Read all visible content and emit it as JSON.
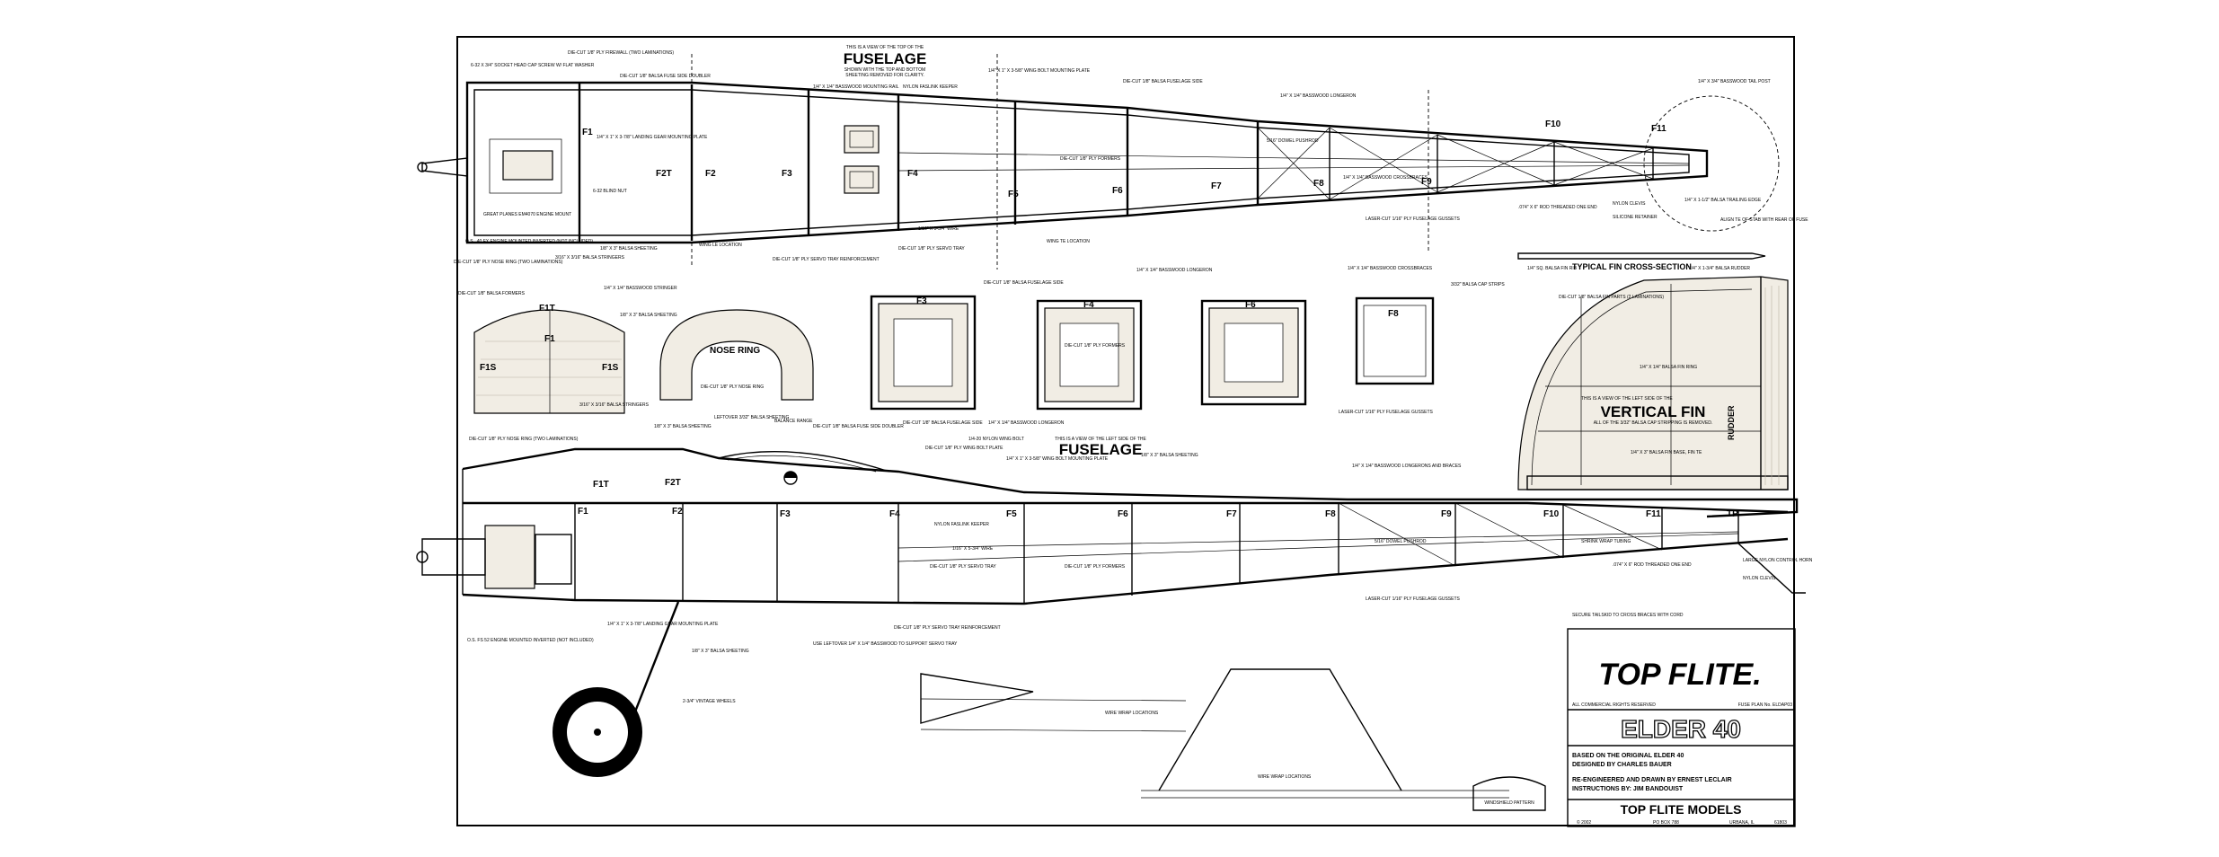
{
  "top_view": {
    "title_pre": "THIS IS A VIEW OF THE TOP OF THE",
    "title": "FUSELAGE",
    "title_post_1": "SHOWN WITH THE TOP AND BOTTOM",
    "title_post_2": "SHEETING REMOVED FOR CLARITY.",
    "formers": [
      "F1",
      "F2T",
      "F2",
      "F3",
      "F4",
      "F5",
      "F6",
      "F7",
      "F8",
      "F9",
      "F10",
      "F11"
    ],
    "labels": {
      "socket_head": "6-32 X 3/4\" SOCKET HEAD CAP SCREW W/ FLAT WASHER",
      "firewall": "DIE-CUT 1/8\" PLY FIREWALL (TWO LAMINATIONS)",
      "doubler": "DIE-CUT 1/8\" BALSA FUSE SIDE DOUBLER",
      "gear_plate": "1/4\" X 1\" X 3-7/8\" LANDING GEAR MOUNTING PLATE",
      "blind_nut": "6-32 BLIND NUT",
      "engine_mount": "GREAT PLANES EM4070 ENGINE MOUNT",
      "engine": "O.S. .40 FX ENGINE MOUNTED INVERTED (NOT INCLUDED)",
      "nose_ring": "DIE-CUT 1/8\" PLY NOSE RING (TWO LAMINATIONS)",
      "stringers": "3/16\" X 3/16\" BALSA STRINGERS",
      "sheeting": "1/8\" X 3\" BALSA SHEETING",
      "wing_le": "WING LE LOCATION",
      "mounting_rail": "1/4\" X 1/4\" BASSWOOD MOUNTING RAIL",
      "fasilink": "NYLON FASLINK KEEPER",
      "servo_rein": "DIE-CUT 1/8\" PLY SERVO TRAY REINFORCEMENT",
      "servo_tray": "DIE-CUT 1/8\" PLY SERVO TRAY",
      "wire": "1/16\" X 5-3/4\" WIRE",
      "wing_bolt_plate": "1/4\" X 1\" X 3-5/8\" WING BOLT MOUNTING PLATE",
      "fuse_side": "DIE-CUT 1/8\" BALSA FUSELAGE SIDE",
      "formers_label": "DIE-CUT 1/8\" PLY FORMERS",
      "wing_te": "WING TE LOCATION",
      "longeron": "1/4\" X 1/4\" BASSWOOD LONGERON",
      "dowel": "5/16\" DOWEL PUSHROD",
      "crossbraces": "1/4\" X 1/4\" BASSWOOD CROSSBRACES",
      "gussets": "LASER-CUT 1/16\" PLY FUSELAGE GUSSETS",
      "rod": ".074\" X 6\" ROD THREADED ONE END",
      "clevis": "NYLON CLEVIS",
      "retainer": "SILICONE RETAINER",
      "tail_post": "1/4\" X 3/4\" BASSWOOD TAIL POST",
      "stab_align": "ALIGN TE OF STAB WITH REAR OF FUSE",
      "trailing_edge": "1/4\" X 1-1/2\" BALSA TRAILING EDGE"
    }
  },
  "formers_row": {
    "f1t_label": "F1T",
    "f1s_label": "F1S",
    "f1_label": "F1",
    "nose_ring_label": "NOSE RING",
    "f3": "F3",
    "f4": "F4",
    "f6": "F6",
    "f8": "F8",
    "labels": {
      "balsa_formers": "DIE-CUT 1/8\" BALSA FORMERS",
      "basswood_stringer": "1/4\" X 1/4\" BASSWOOD STRINGER",
      "balsa_sheeting": "1/8\" X 3\" BALSA SHEETING",
      "ply_nose_ring": "DIE-CUT 1/8\" PLY NOSE RING",
      "balsa_stringers": "3/16\" X 3/16\" BALSA STRINGERS",
      "fuse_side": "DIE-CUT 1/8\" BALSA FUSELAGE SIDE",
      "ply_formers": "DIE-CUT 1/8\" PLY FORMERS",
      "basswood_longeron": "1/4\" X 1/4\" BASSWOOD LONGERON",
      "crossbraces": "1/4\" X 1/4\" BASSWOOD CROSSBRACES",
      "gussets": "LASER-CUT 1/16\" PLY FUSELAGE GUSSETS"
    }
  },
  "fin": {
    "section_title": "TYPICAL FIN CROSS-SECTION",
    "view_pre": "THIS IS A VIEW OF THE LEFT SIDE OF THE",
    "title": "VERTICAL FIN",
    "view_post": "ALL OF THE 3/32\" BALSA CAP STRIPPING IS REMOVED.",
    "rudder": "RUDDER",
    "labels": {
      "fin_rib": "1/4\" SQ. BALSA FIN RIB",
      "cap_strips": "3/32\" BALSA CAP STRIPS",
      "fin_parts": "DIE-CUT 1/8\" BALSA FIN PARTS (2 LAMINATIONS)",
      "rudder_balsa": "1/4\" X 1-3/4\" BALSA RUDDER",
      "fin_ring": "1/4\" X 1/4\" BALSA FIN RING",
      "fin_base": "1/4\" X 3\" BALSA FIN BASE, FIN TE"
    }
  },
  "side_view": {
    "title_pre": "THIS IS A VIEW OF THE LEFT SIDE OF THE",
    "title": "FUSELAGE",
    "formers": [
      "F1T",
      "F2T",
      "F1",
      "F2",
      "F3",
      "F4",
      "F5",
      "F6",
      "F7",
      "F8",
      "F9",
      "F10",
      "F11",
      "TP"
    ],
    "labels": {
      "nose_ring": "DIE-CUT 1/8\" PLY NOSE RING (TWO LAMINATIONS)",
      "sheeting": "1/8\" X 3\" BALSA SHEETING",
      "leftover": "LEFTOVER 3/32\" BALSA SHEETING",
      "balance": "BALANCE RANGE",
      "doubler": "DIE-CUT 1/8\" BALSA FUSE SIDE DOUBLER",
      "fuse_side": "DIE-CUT 1/8\" BALSA FUSELAGE SIDE",
      "longeron": "1/4\" X 1/4\" BASSWOOD LONGERON",
      "wing_bolt": "1/4-20 NYLON WING BOLT",
      "bolt_plate": "DIE-CUT 1/8\" PLY WING BOLT PLATE",
      "bolt_mount": "1/4\" X 1\" X 3-5/8\" WING BOLT MOUNTING PLATE",
      "sheeting_top": "1/8\" X 3\" BALSA SHEETING",
      "longerons_braces": "1/4\" X 1/4\" BASSWOOD LONGERONS AND BRACES",
      "fasilink": "NYLON FASLINK KEEPER",
      "wire": "1/16\" X 5-3/4\" WIRE",
      "servo_tray": "DIE-CUT 1/8\" PLY SERVO TRAY",
      "formers": "DIE-CUT 1/8\" PLY FORMERS",
      "servo_rein": "DIE-CUT 1/8\" PLY SERVO TRAY REINFORCEMENT",
      "use_leftover": "USE LEFTOVER 1/4\" X 1/4\" BASSWOOD TO SUPPORT SERVO TRAY",
      "sheeting_bottom": "1/8\" X 3\" BALSA SHEETING",
      "gear_plate": "1/4\" X 1\" X 3-7/8\" LANDING GEAR MOUNTING PLATE",
      "engine": "O.S. FS 52 ENGINE MOUNTED INVERTED (NOT INCLUDED)",
      "dowel": "5/16\" DOWEL PUSHROD",
      "gussets": "LASER-CUT 1/16\" PLY FUSELAGE GUSSETS",
      "shrink": "SHRINK WRAP TUBING",
      "rod": ".074\" X 6\" ROD THREADED ONE END",
      "tailskid": "SECURE TAILSKID TO CROSS BRACES WITH CORD",
      "horn": "LARGE NYLON CONTROL HORN",
      "clevis": "NYLON CLEVIS",
      "wheels": "2-3/4\" VINTAGE WHEELS",
      "wire_wrap": "WIRE WRAP LOCATIONS",
      "windshield": "WINDSHIELD PATTERN"
    }
  },
  "title_block": {
    "brand": "TOP FLITE.",
    "rights": "ALL COMMERCIAL RIGHTS RESERVED",
    "plan_no": "FUSE PLAN No. ELDAP03",
    "model": "ELDER 40",
    "based_on": "BASED ON THE ORIGINAL ELDER 40",
    "designer": "DESIGNED BY CHARLES BAUER",
    "reengineered": "RE-ENGINEERED AND DRAWN BY ERNEST LECLAIR",
    "instructions": "INSTRUCTIONS BY: JIM BANDOUIST",
    "company": "TOP FLITE MODELS",
    "copyright": "© 2002",
    "po_box": "PO BOX 788",
    "city": "URBANA, IL",
    "zip": "61803"
  },
  "colors": {
    "ink": "#000000",
    "paper": "#ffffff",
    "wood": "#f1ede4"
  }
}
